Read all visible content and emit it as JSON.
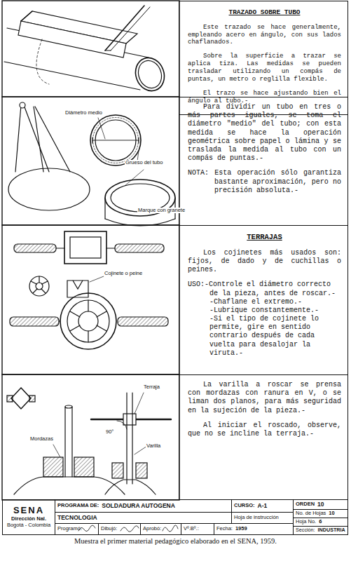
{
  "diagram": {
    "caption": "Muestra el primer material pedagógico elaborado en el SENA, 1959.",
    "nodes": [
      {
        "text": [
          "TRAZADO SOBRE TUBO",
          "Este trazado se hace generalmente, empleando acero en ángulo, con sus lados chaflanados.",
          "Sobre la superficie a trazar se aplica tiza. Las medidas se pueden trasladar utilizando un compás de puntas, un metro o reglilla flexible.",
          "El trazo se hace ajustando bien el ángulo al tubo.-"
        ]
      },
      {
        "text": [
          "Para dividir un tubo en tres o más partes iguales, se toma el diámetro \"medio\" del tubo; con esta medida se hace la operación geométrica sobre papel o lámina y se traslada la medida al tubo con un compás de puntas.-",
          "NOTA: Esta operación sólo garantiza bastante aproximación, pero no precisión absoluta.-"
        ]
      },
      {
        "text": [
          "TERRAJAS",
          "Los cojinetes más usados son: fijos, de dado y de cuchillas o peines.",
          "USO:-Controle el diámetro correcto de la pieza, antes de roscar.-",
          "-Chaflane el extremo.-",
          "-Lubrique constantemente.-",
          "-Si el tipo de cojinete lo permite, gire en sentido contrario después de cada vuelta para desalojar la viruta.-"
        ]
      },
      {
        "text": [
          "La varilla a roscar se prensa con mordazas con ranura en V, o se liman dos planos, para más seguridad en la sujeción de la pieza.-",
          "Al iniciar el roscado, observe, que no se incline la terraja.-"
        ]
      },
      {
        "text": [
          "SENA",
          "Dirección Nal.",
          "Bogotá - Colombia"
        ]
      },
      {
        "text": [
          "PROGRAMA DE:",
          "SOLDADURA AUTOGENA"
        ]
      },
      {
        "text": [
          "CURSO:",
          "A-1"
        ]
      },
      {
        "text": [
          "ORDEN",
          "10"
        ]
      },
      {
        "text": [
          "TECNOLOGIA"
        ]
      },
      {
        "text": [
          "Hoja de instrucción"
        ]
      },
      {
        "text": [
          "No. de Hojas",
          "10"
        ]
      },
      {
        "text": [
          "Programó:"
        ]
      },
      {
        "text": [
          "Dibujó:"
        ]
      },
      {
        "text": [
          "Aprobó:"
        ]
      },
      {
        "text": [
          "Vº.Bº.:"
        ]
      },
      {
        "text": [
          "Fecha:",
          "1959"
        ]
      },
      {
        "text": [
          "Hoja No.",
          "6"
        ]
      },
      {
        "text": [
          "Sección:",
          "INDUSTRIA"
        ]
      }
    ],
    "labels": [
      "Diámetro medio",
      "Grueso del tubo",
      "Marque con granete",
      "Cojinete o peine",
      "Terraja",
      "90°",
      "Mordazas",
      "Varilla"
    ]
  }
}
